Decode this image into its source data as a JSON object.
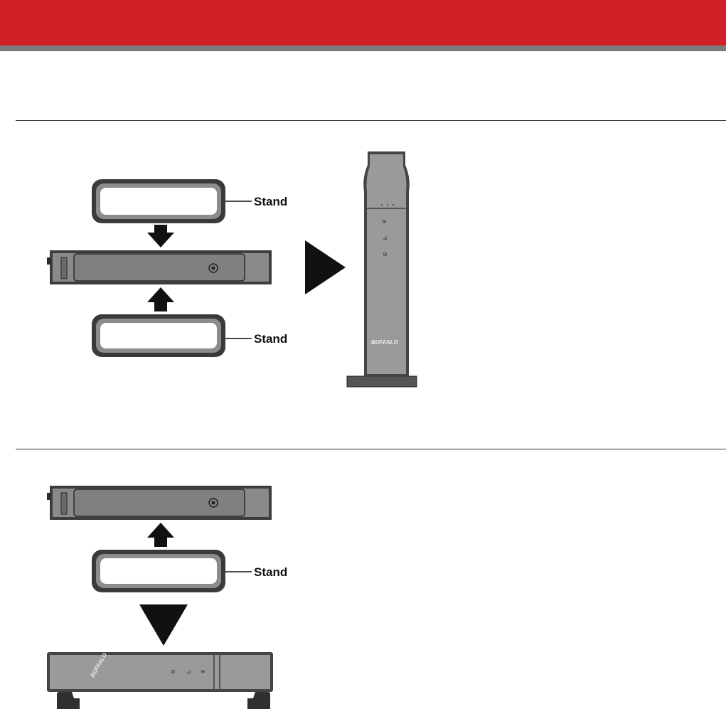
{
  "header": {
    "color": "#d12127",
    "rule_color": "#7a7a7a"
  },
  "figure_vertical": {
    "callouts": {
      "top_stand": "Stand",
      "bottom_stand": "Stand"
    },
    "logo": "BUFFALO"
  },
  "figure_horizontal": {
    "callouts": {
      "stand": "Stand"
    },
    "logo": "BUFFALO"
  },
  "icons": [
    "arrow-down-icon",
    "arrow-up-icon",
    "triangle-right-icon",
    "triangle-down-icon",
    "wifi-led-icon",
    "security-led-icon",
    "power-button-icon"
  ]
}
